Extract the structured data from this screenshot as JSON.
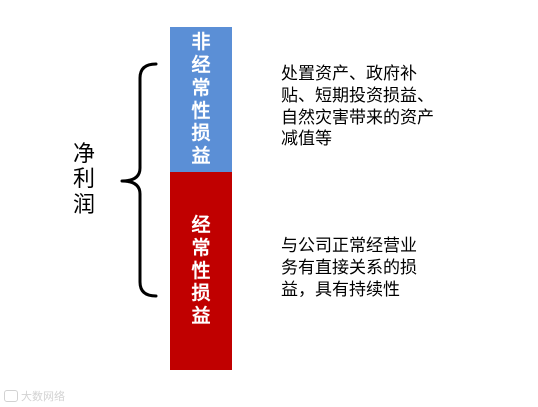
{
  "colors": {
    "top_segment": "#5b8fd6",
    "bottom_segment": "#c00000",
    "text": "#000000",
    "bar_text": "#ffffff",
    "watermark": "#d2d2d2"
  },
  "diagram": {
    "center_label": "净利润",
    "segments": [
      {
        "label": "非经常性损益",
        "description": "处置资产、政府补贴、短期投资损益、自然灾害带来的资产减值等"
      },
      {
        "label": "经常性损益",
        "description": "与公司正常经营业务有直接关系的损益，具有持续性"
      }
    ]
  },
  "watermark": {
    "text": "大数网络"
  }
}
